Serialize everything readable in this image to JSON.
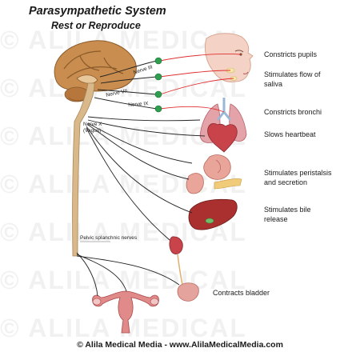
{
  "title": "Parasympathetic System",
  "subtitle": "Rest or Reproduce",
  "watermark": "© ALILA MEDICAL",
  "nerves": {
    "n3": "Nerve III",
    "n7": "Nerve VII",
    "n9": "Nerve IX",
    "n10": "Nerve X (Vagus)",
    "pelvic": "Pelvic splanchnic nerves"
  },
  "effects": {
    "pupils": "Constricts pupils",
    "saliva": "Stimulates flow of saliva",
    "bronchi": "Constricts bronchi",
    "heart": "Slows heartbeat",
    "peristalsis": "Stimulates peristalsis and secretion",
    "bile": "Stimulates bile release",
    "bladder": "Contracts bladder"
  },
  "footer": "© Alila Medical Media - www.AlilaMedicalMedia.com",
  "colors": {
    "brain": "#c98d4f",
    "spinal_cord": "#d9b88a",
    "ganglion": "#2f9e4f",
    "preganglionic": "#222222",
    "postganglionic": "#e03030",
    "organ_red": "#c8434a",
    "skin": "#f4d3c6"
  }
}
